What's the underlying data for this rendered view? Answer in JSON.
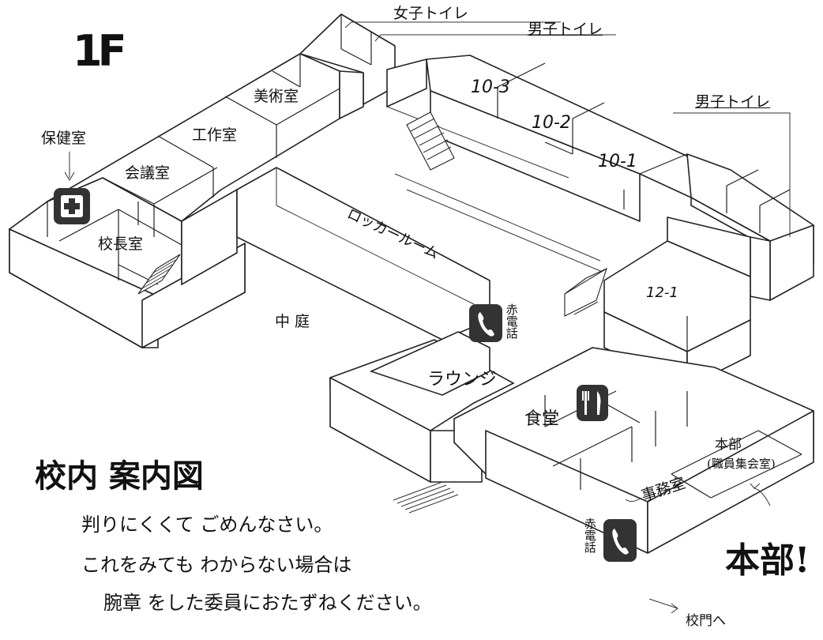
{
  "floor_label": "1F",
  "title": "校内 案内図",
  "apology_lines": [
    "判りにくくて ごめんなさい。",
    "これをみても わからない場合は",
    "腕章 をした委員におたずねください。"
  ],
  "rooms": {
    "hoken": "保健室",
    "kaigi": "会議室",
    "kosaku": "工作室",
    "bijutsu": "美術室",
    "kocho": "校長室",
    "joshi_toilet": "女子トイレ",
    "danshi_toilet_top": "男子トイレ",
    "danshi_toilet_right": "男子トイレ",
    "r10_3": "10-3",
    "r10_2": "10-2",
    "r10_1": "10-1",
    "r12_1": "12-1",
    "locker": "ロッカールーム",
    "nakaniwa": "中 庭",
    "lounge": "ラウンジ",
    "shokudo": "食堂",
    "honbu_room": "本部",
    "honbu_sub": "(職員集会室)",
    "jimu": "事務室"
  },
  "red_phone": "赤電話",
  "honbu_big": "本部!",
  "to_gate": "校門へ",
  "icons": [
    "first-aid-icon",
    "telephone-icon",
    "telephone-icon",
    "fork-knife-icon"
  ]
}
